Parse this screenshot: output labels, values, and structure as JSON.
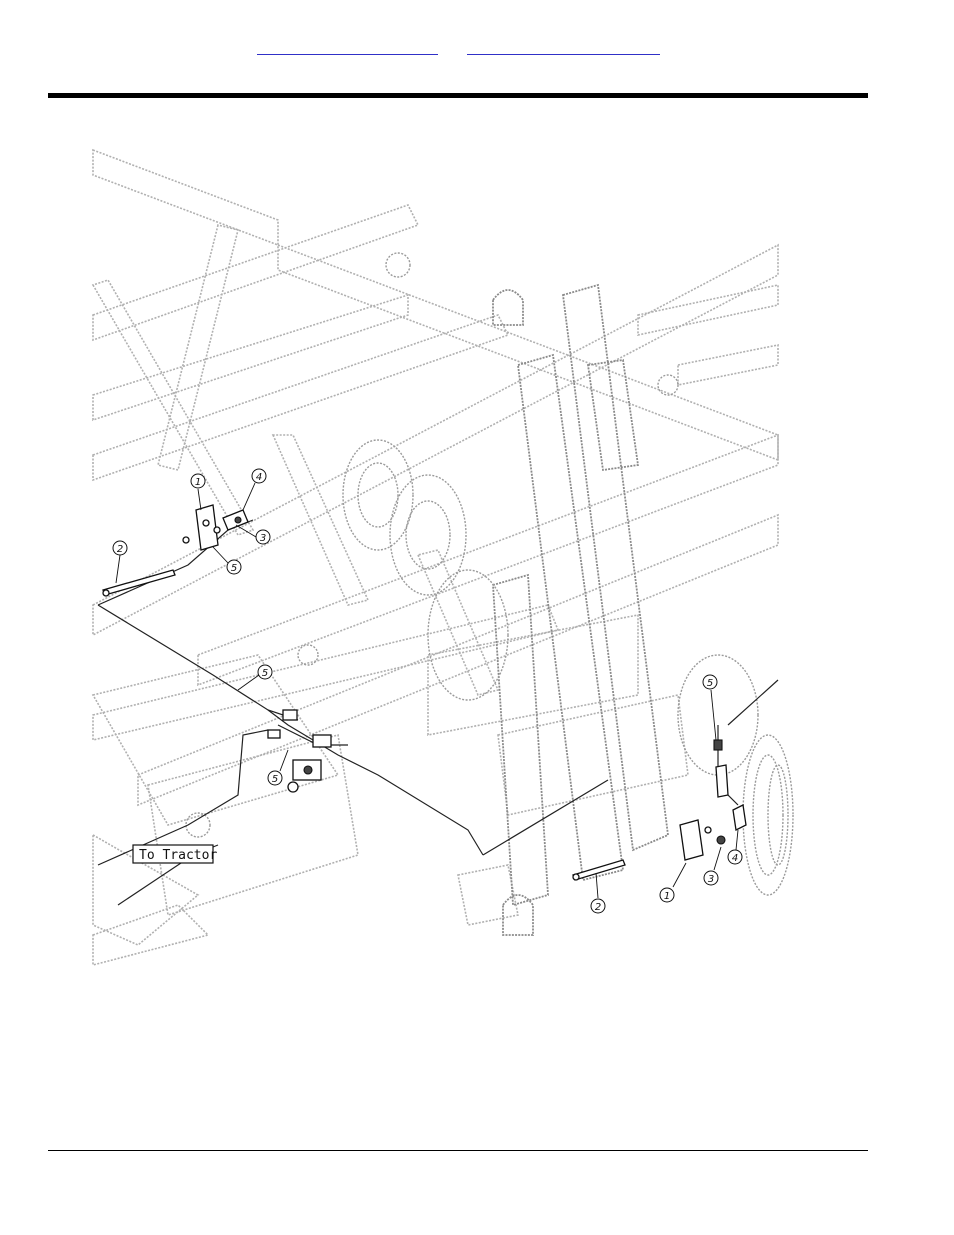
{
  "header": {
    "links": [
      "",
      ""
    ]
  },
  "figure": {
    "to_tractor_label": "To Tractor",
    "callouts": {
      "left_1": "1",
      "left_2": "2",
      "left_3": "3",
      "left_4": "4",
      "left_5a": "5",
      "left_5b": "5",
      "left_5c": "5",
      "right_1": "1",
      "right_2": "2",
      "right_3": "3",
      "right_4": "4",
      "right_5": "5"
    }
  }
}
